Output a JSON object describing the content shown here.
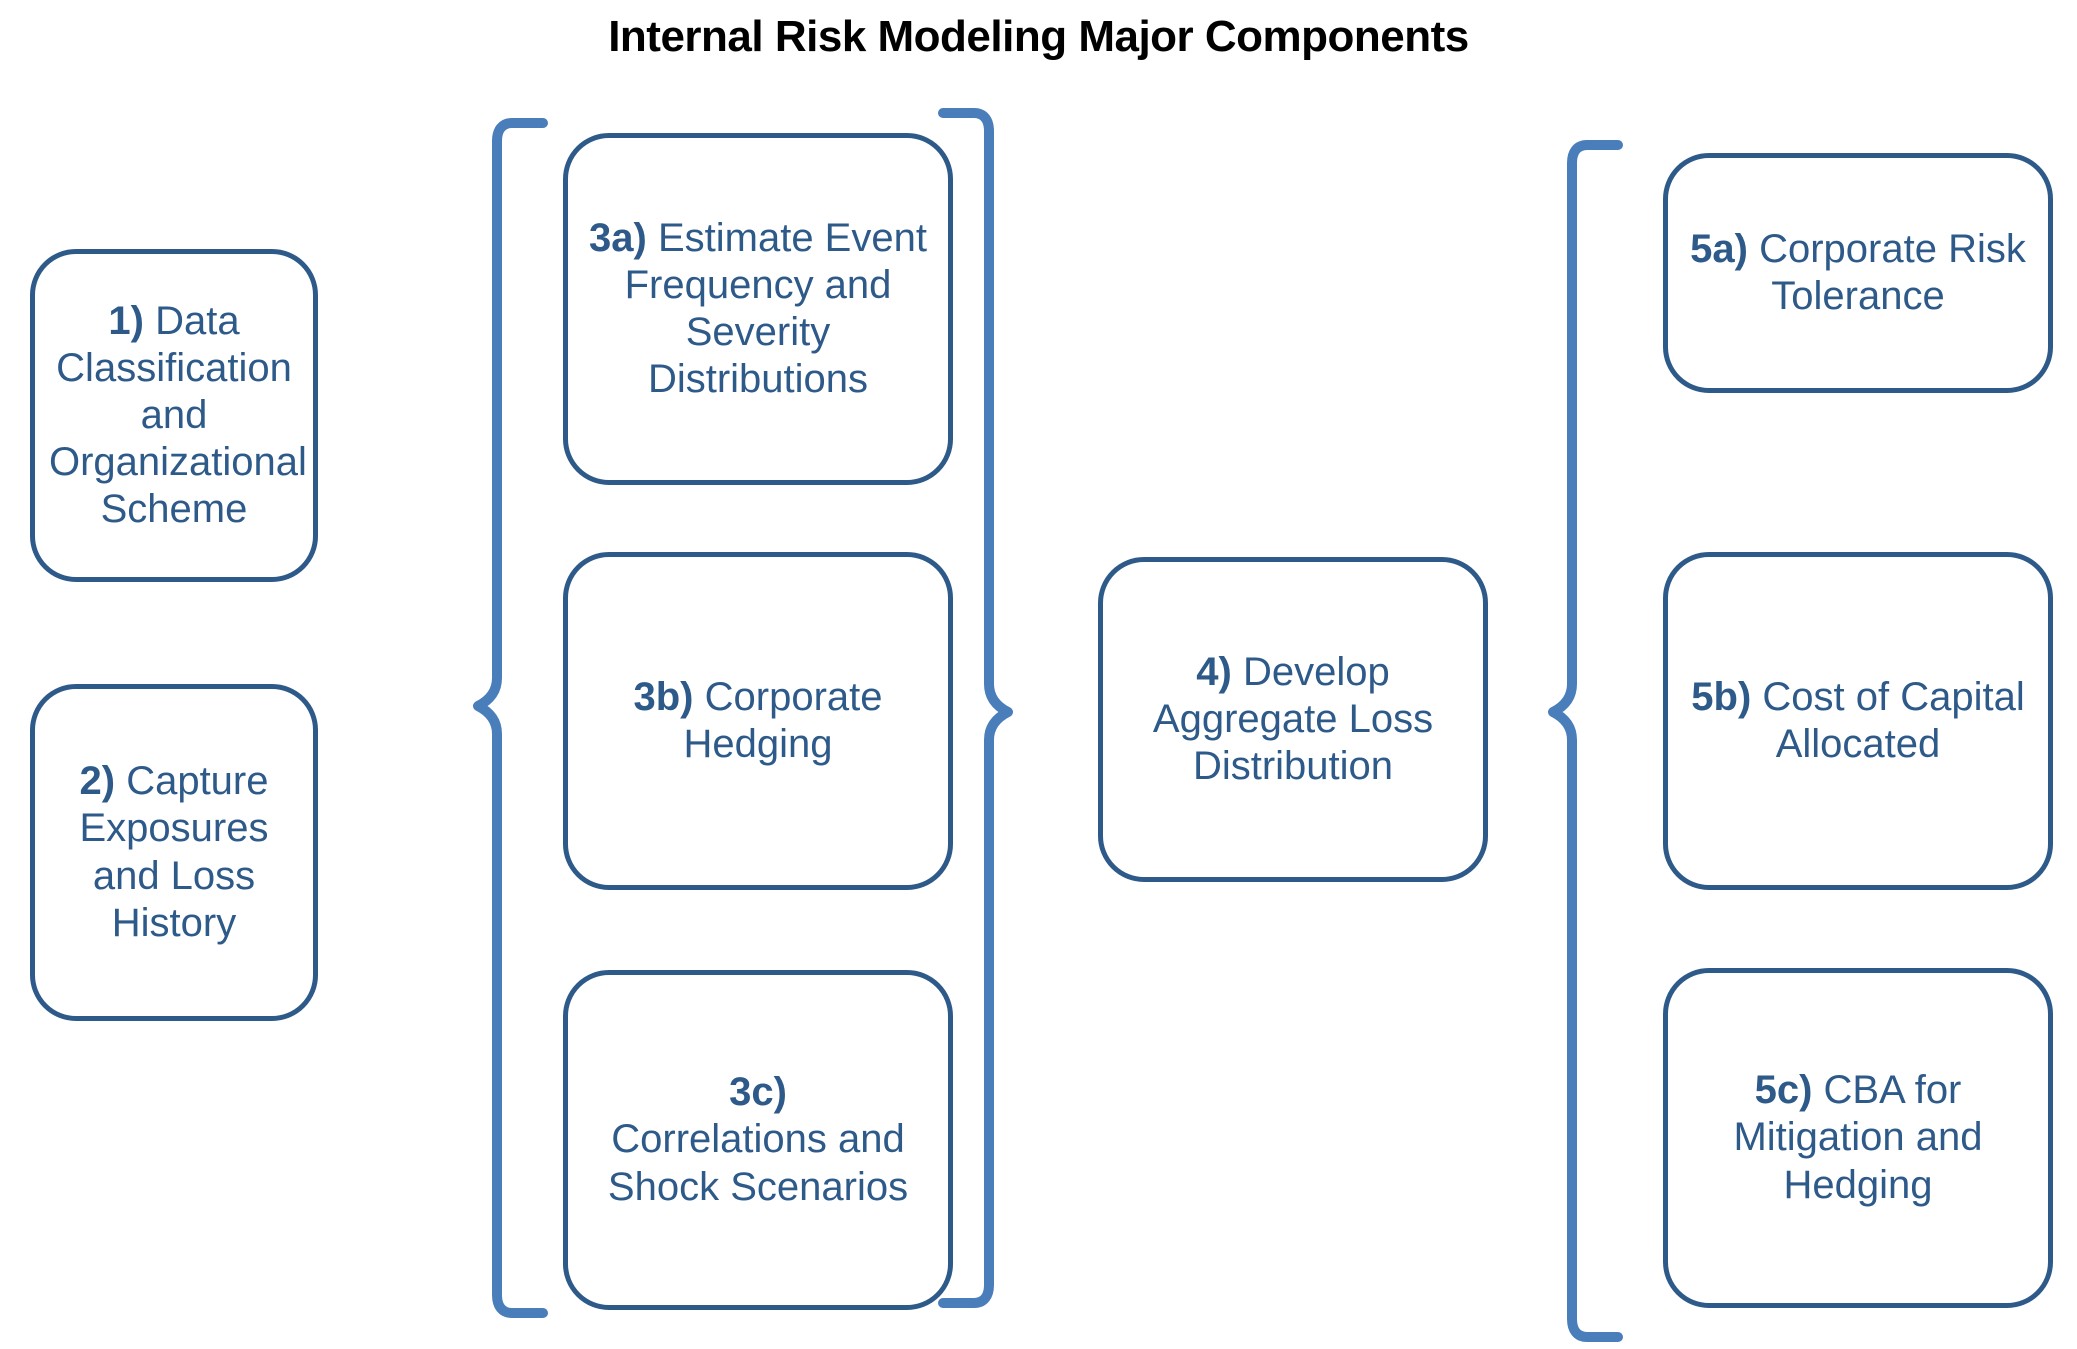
{
  "title": "Internal Risk Modeling Major Components",
  "colors": {
    "box_border": "#2e5a8a",
    "box_fill": "#ffffff",
    "text": "#2e5a8a",
    "title_text": "#000000",
    "brace": "#4a7ebb",
    "background": "#ffffff"
  },
  "nodes": {
    "n1": {
      "label": "1)",
      "text": "Data Classification and Organizational Scheme"
    },
    "n2": {
      "label": "2)",
      "text": "Capture Exposures and Loss History"
    },
    "n3a": {
      "label": "3a)",
      "text": "Estimate Event Frequency and Severity Distributions"
    },
    "n3b": {
      "label": "3b)",
      "text": "Corporate Hedging"
    },
    "n3c": {
      "label": "3c)",
      "text": "Correlations and Shock Scenarios"
    },
    "n4": {
      "label": "4)",
      "text": "Develop Aggregate Loss Distribution"
    },
    "n5a": {
      "label": "5a)",
      "text": "Corporate Risk Tolerance"
    },
    "n5b": {
      "label": "5b)",
      "text": "Cost of Capital Allocated"
    },
    "n5c": {
      "label": "5c)",
      "text": "CBA for Mitigation and Hedging"
    }
  },
  "braces": {
    "group3_left": "left-curly-brace",
    "group3_right": "right-curly-brace",
    "group5_left": "left-curly-brace"
  }
}
